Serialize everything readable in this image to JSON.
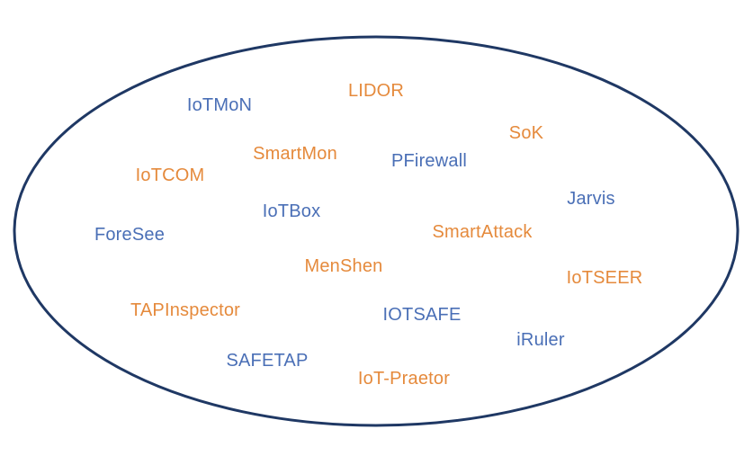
{
  "diagram": {
    "outline_color": "#1f3864",
    "colors": {
      "blue": "#4a6fb6",
      "orange": "#e58a3c"
    },
    "labels": [
      {
        "text": "IoTMoN",
        "color": "blue"
      },
      {
        "text": "LIDOR",
        "color": "orange"
      },
      {
        "text": "SoK",
        "color": "orange"
      },
      {
        "text": "SmartMon",
        "color": "orange"
      },
      {
        "text": "PFirewall",
        "color": "blue"
      },
      {
        "text": "IoTCOM",
        "color": "orange"
      },
      {
        "text": "Jarvis",
        "color": "blue"
      },
      {
        "text": "IoTBox",
        "color": "blue"
      },
      {
        "text": "ForeSee",
        "color": "blue"
      },
      {
        "text": "SmartAttack",
        "color": "orange"
      },
      {
        "text": "MenShen",
        "color": "orange"
      },
      {
        "text": "IoTSEER",
        "color": "orange"
      },
      {
        "text": "TAPInspector",
        "color": "orange"
      },
      {
        "text": "IOTSAFE",
        "color": "blue"
      },
      {
        "text": "iRuler",
        "color": "blue"
      },
      {
        "text": "SAFETAP",
        "color": "blue"
      },
      {
        "text": "IoT-Praetor",
        "color": "orange"
      }
    ]
  }
}
